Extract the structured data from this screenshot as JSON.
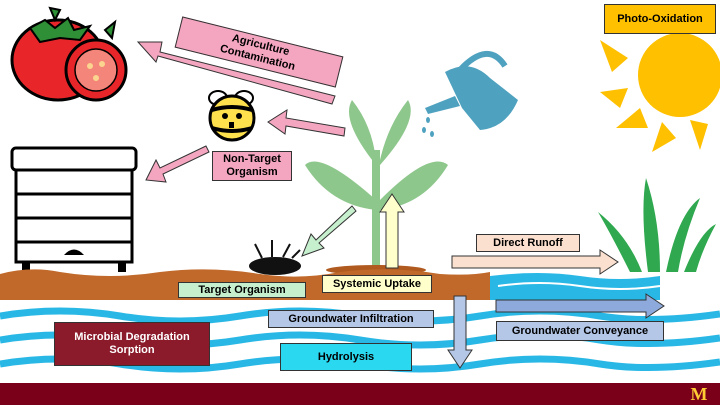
{
  "labels": {
    "photo_oxidation": "Photo-Oxidation",
    "agriculture_contamination": "Agriculture\nContamination",
    "non_target_organism": "Non-Target\nOrganism",
    "direct_runoff": "Direct Runoff",
    "target_organism": "Target Organism",
    "systemic_uptake": "Systemic Uptake",
    "groundwater_infiltration": "Groundwater Infiltration",
    "groundwater_conveyance": "Groundwater Conveyance",
    "microbial_degradation_sorption": "Microbial Degradation\nSorption",
    "hydrolysis": "Hydrolysis"
  },
  "footer": {
    "logo_text": "M"
  },
  "colors": {
    "photo_oxidation": "#ffc000",
    "agriculture_contamination": "#f4a6c0",
    "non_target_organism": "#f4a6c0",
    "direct_runoff": "#fbe0cf",
    "target_organism": "#c6efce",
    "systemic_uptake": "#ffffcc",
    "groundwater_infiltration": "#b4c7e7",
    "groundwater_conveyance": "#b4c7e7",
    "microbial_degradation": "#8b1a2b",
    "hydrolysis": "#2ad8f0",
    "soil": "#c0692a",
    "water": "#29b8e6",
    "sun": "#ffc000",
    "plant": "#8ec78c",
    "grass": "#2fa84f",
    "watering_can": "#4fa2bf",
    "maroon": "#7a0019",
    "gold": "#ffcc33"
  }
}
